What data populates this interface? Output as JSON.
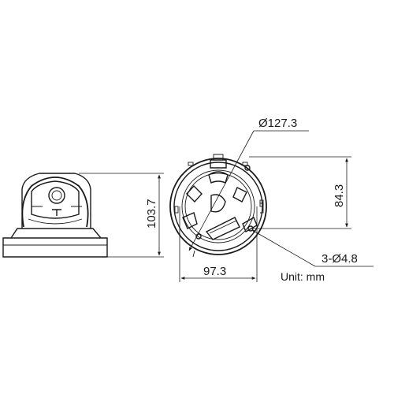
{
  "diagram": {
    "dimensions": {
      "height_side": "103.7",
      "dome_diameter": "Ø127.3",
      "hole_spacing_vertical": "84.3",
      "hole_spacing_horizontal": "97.3",
      "mount_holes": "3-Ø4.8"
    },
    "unit_label": "Unit: mm",
    "colors": {
      "line": "#1a1a1a",
      "background": "#ffffff"
    }
  }
}
